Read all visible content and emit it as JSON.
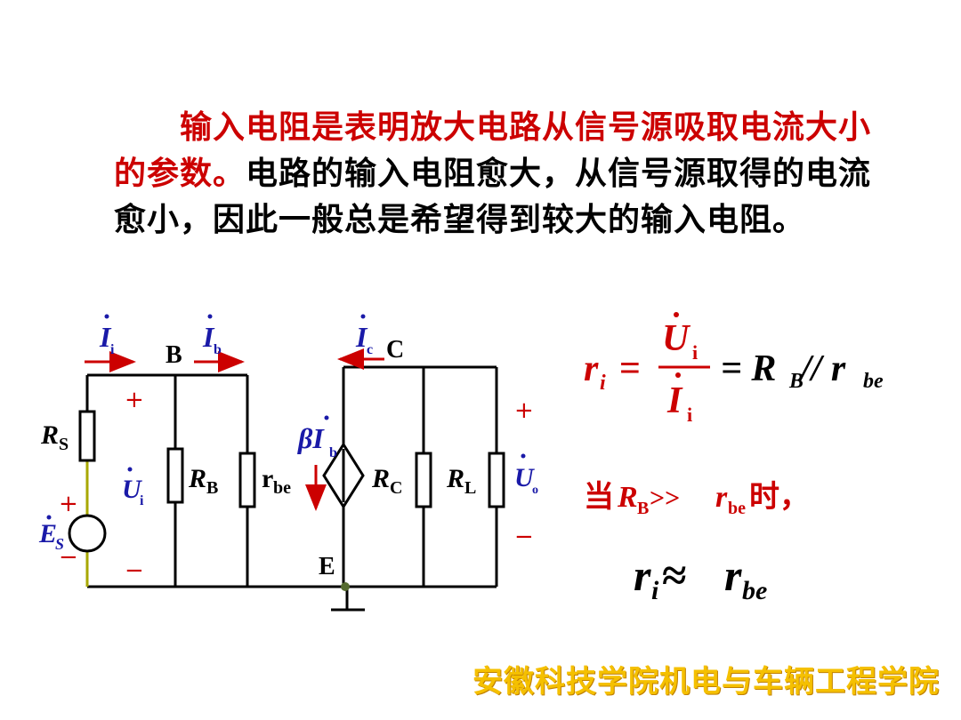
{
  "paragraph": {
    "red_part": "输入电阻是表明放大电路从信号源吸取电流大小的参数。",
    "black_part": "电路的输入电阻愈大，从信号源取得的电流愈小，因此一般总是希望得到较大的输入电阻。"
  },
  "circuit": {
    "node_b": "B",
    "node_c": "C",
    "node_e": "E",
    "r_s": "R",
    "r_s_sub": "S",
    "r_b": "R",
    "r_b_sub": "B",
    "r_be": "r",
    "r_be_sub": "be",
    "r_c": "R",
    "r_c_sub": "C",
    "r_l": "R",
    "r_l_sub": "L",
    "source": "E",
    "source_sub": "S",
    "i_i": "I",
    "i_i_sub": "i",
    "i_b": "I",
    "i_b_sub": "b",
    "i_c": "I",
    "i_c_sub": "c",
    "beta_ib": "βI",
    "beta_ib_sub": "b",
    "u_i": "U",
    "u_i_sub": "i",
    "u_o": "U",
    "u_o_sub": "o",
    "plus": "+",
    "minus": "−"
  },
  "formula": {
    "ri": "r",
    "ri_sub": "i",
    "equals": "=",
    "num": "U",
    "num_sub": "i",
    "den": "I",
    "den_sub": "i",
    "rhs": "= R",
    "rhs_sub1": "B",
    "parallel": " // r",
    "rhs_sub2": "be",
    "cond_pre": "当",
    "cond_r": "R",
    "cond_r_sub": "B",
    "cond_gg": " >> ",
    "cond_rbe": "r",
    "cond_rbe_sub": "be",
    "cond_post": "时，",
    "approx_r": "r",
    "approx_sub": "i",
    "approx_sym": " ≈ ",
    "approx_r2": "r",
    "approx_sub2": "be"
  },
  "footer": "安徽科技学院机电与车辆工程学院",
  "colors": {
    "red": "#cc0000",
    "blue": "#1a1aa8",
    "wire": "#000000",
    "source_wire": "#a8a800",
    "footer": "#f5c000"
  }
}
